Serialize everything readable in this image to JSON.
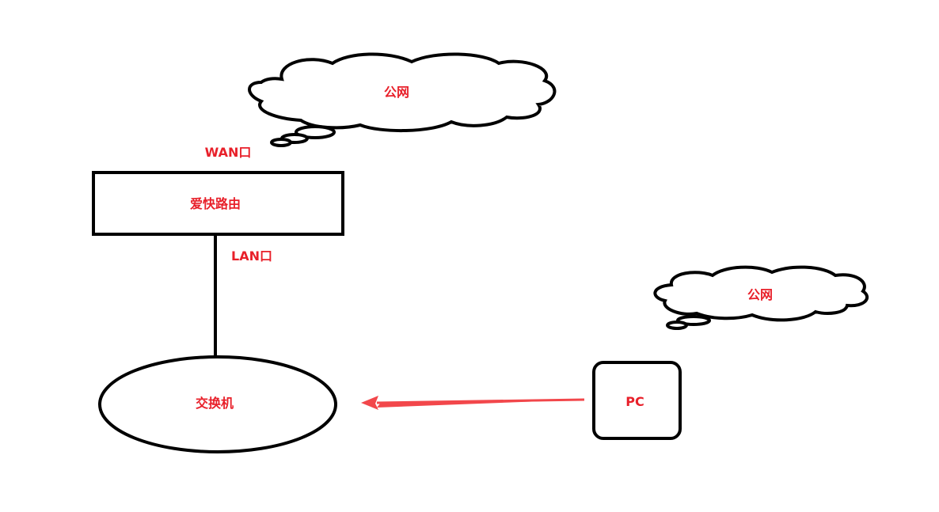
{
  "diagram": {
    "cloud_top_label": "公网",
    "cloud_right_label": "公网",
    "wan_label": "WAN口",
    "router_label": "爱快路由",
    "lan_label": "LAN口",
    "switch_label": "交换机",
    "pc_label": "PC"
  },
  "colors": {
    "label_red": "#e8202a",
    "arrow_red": "#f2474b",
    "outline": "#000000"
  }
}
